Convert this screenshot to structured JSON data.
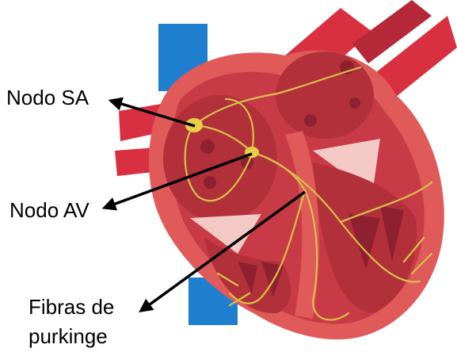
{
  "labels": {
    "sa_node": "Nodo SA",
    "av_node": "Nodo AV",
    "purkinje_line1": "Fibras de",
    "purkinje_line2": "purkinge"
  },
  "colors": {
    "vein": "#1f7fcf",
    "artery": "#d83040",
    "muscle_outer": "#e05a5a",
    "muscle_inner": "#c83a45",
    "chamber": "#b2303a",
    "valve": "#f3c9c5",
    "conduction": "#d8c04a",
    "arrow": "#000000"
  }
}
